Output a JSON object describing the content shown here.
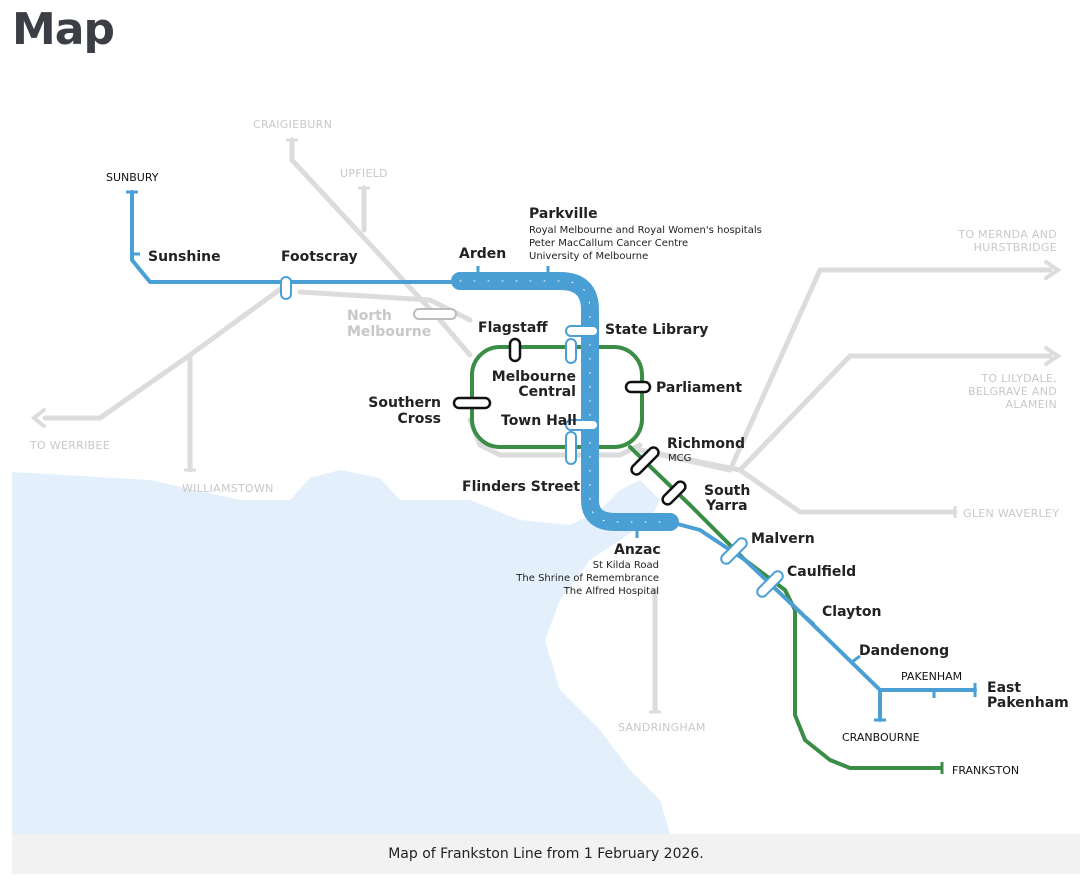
{
  "title": "Map",
  "caption": "Map of Frankston Line from 1 February 2026.",
  "colors": {
    "water": "#e3f0fb",
    "other_lines": "#dcdcdc",
    "metro_tunnel": "#4a9fd4",
    "frankston_line": "#3a8d44"
  },
  "greyed_labels": {
    "craigieburn": "CRAIGIEBURN",
    "upfield": "UPFIELD",
    "mernda": [
      "TO MERNDA AND",
      "HURSTBRIDGE"
    ],
    "lilydale": [
      "TO LILYDALE,",
      "BELGRAVE AND",
      "ALAMEIN"
    ],
    "werribee": "TO WERRIBEE",
    "williamstown": "WILLIAMSTOWN",
    "glen_waverley": "GLEN WAVERLEY",
    "sandringham": "SANDRINGHAM",
    "north_melbourne": [
      "North",
      "Melbourne"
    ]
  },
  "terminals": {
    "sunbury": "SUNBURY",
    "pakenham": "PAKENHAM",
    "cranbourne": "CRANBOURNE",
    "frankston": "FRANKSTON"
  },
  "stations": {
    "sunshine": "Sunshine",
    "footscray": "Footscray",
    "arden": "Arden",
    "parkville": "Parkville",
    "parkville_sub": [
      "Royal Melbourne and Royal Women's hospitals",
      "Peter MacCallum Cancer Centre",
      "University of Melbourne"
    ],
    "flagstaff": "Flagstaff",
    "state_library": "State Library",
    "melbourne_central": [
      "Melbourne",
      "Central"
    ],
    "parliament": "Parliament",
    "southern_cross": [
      "Southern",
      "Cross"
    ],
    "town_hall": "Town Hall",
    "richmond": "Richmond",
    "richmond_sub": "MCG",
    "flinders_street": "Flinders Street",
    "south_yarra": [
      "South",
      "Yarra"
    ],
    "anzac": "Anzac",
    "anzac_sub": [
      "St Kilda Road",
      "The Shrine of Remembrance",
      "The Alfred Hospital"
    ],
    "malvern": "Malvern",
    "caulfield": "Caulfield",
    "clayton": "Clayton",
    "dandenong": "Dandenong",
    "east_pakenham": [
      "East",
      "Pakenham"
    ]
  }
}
